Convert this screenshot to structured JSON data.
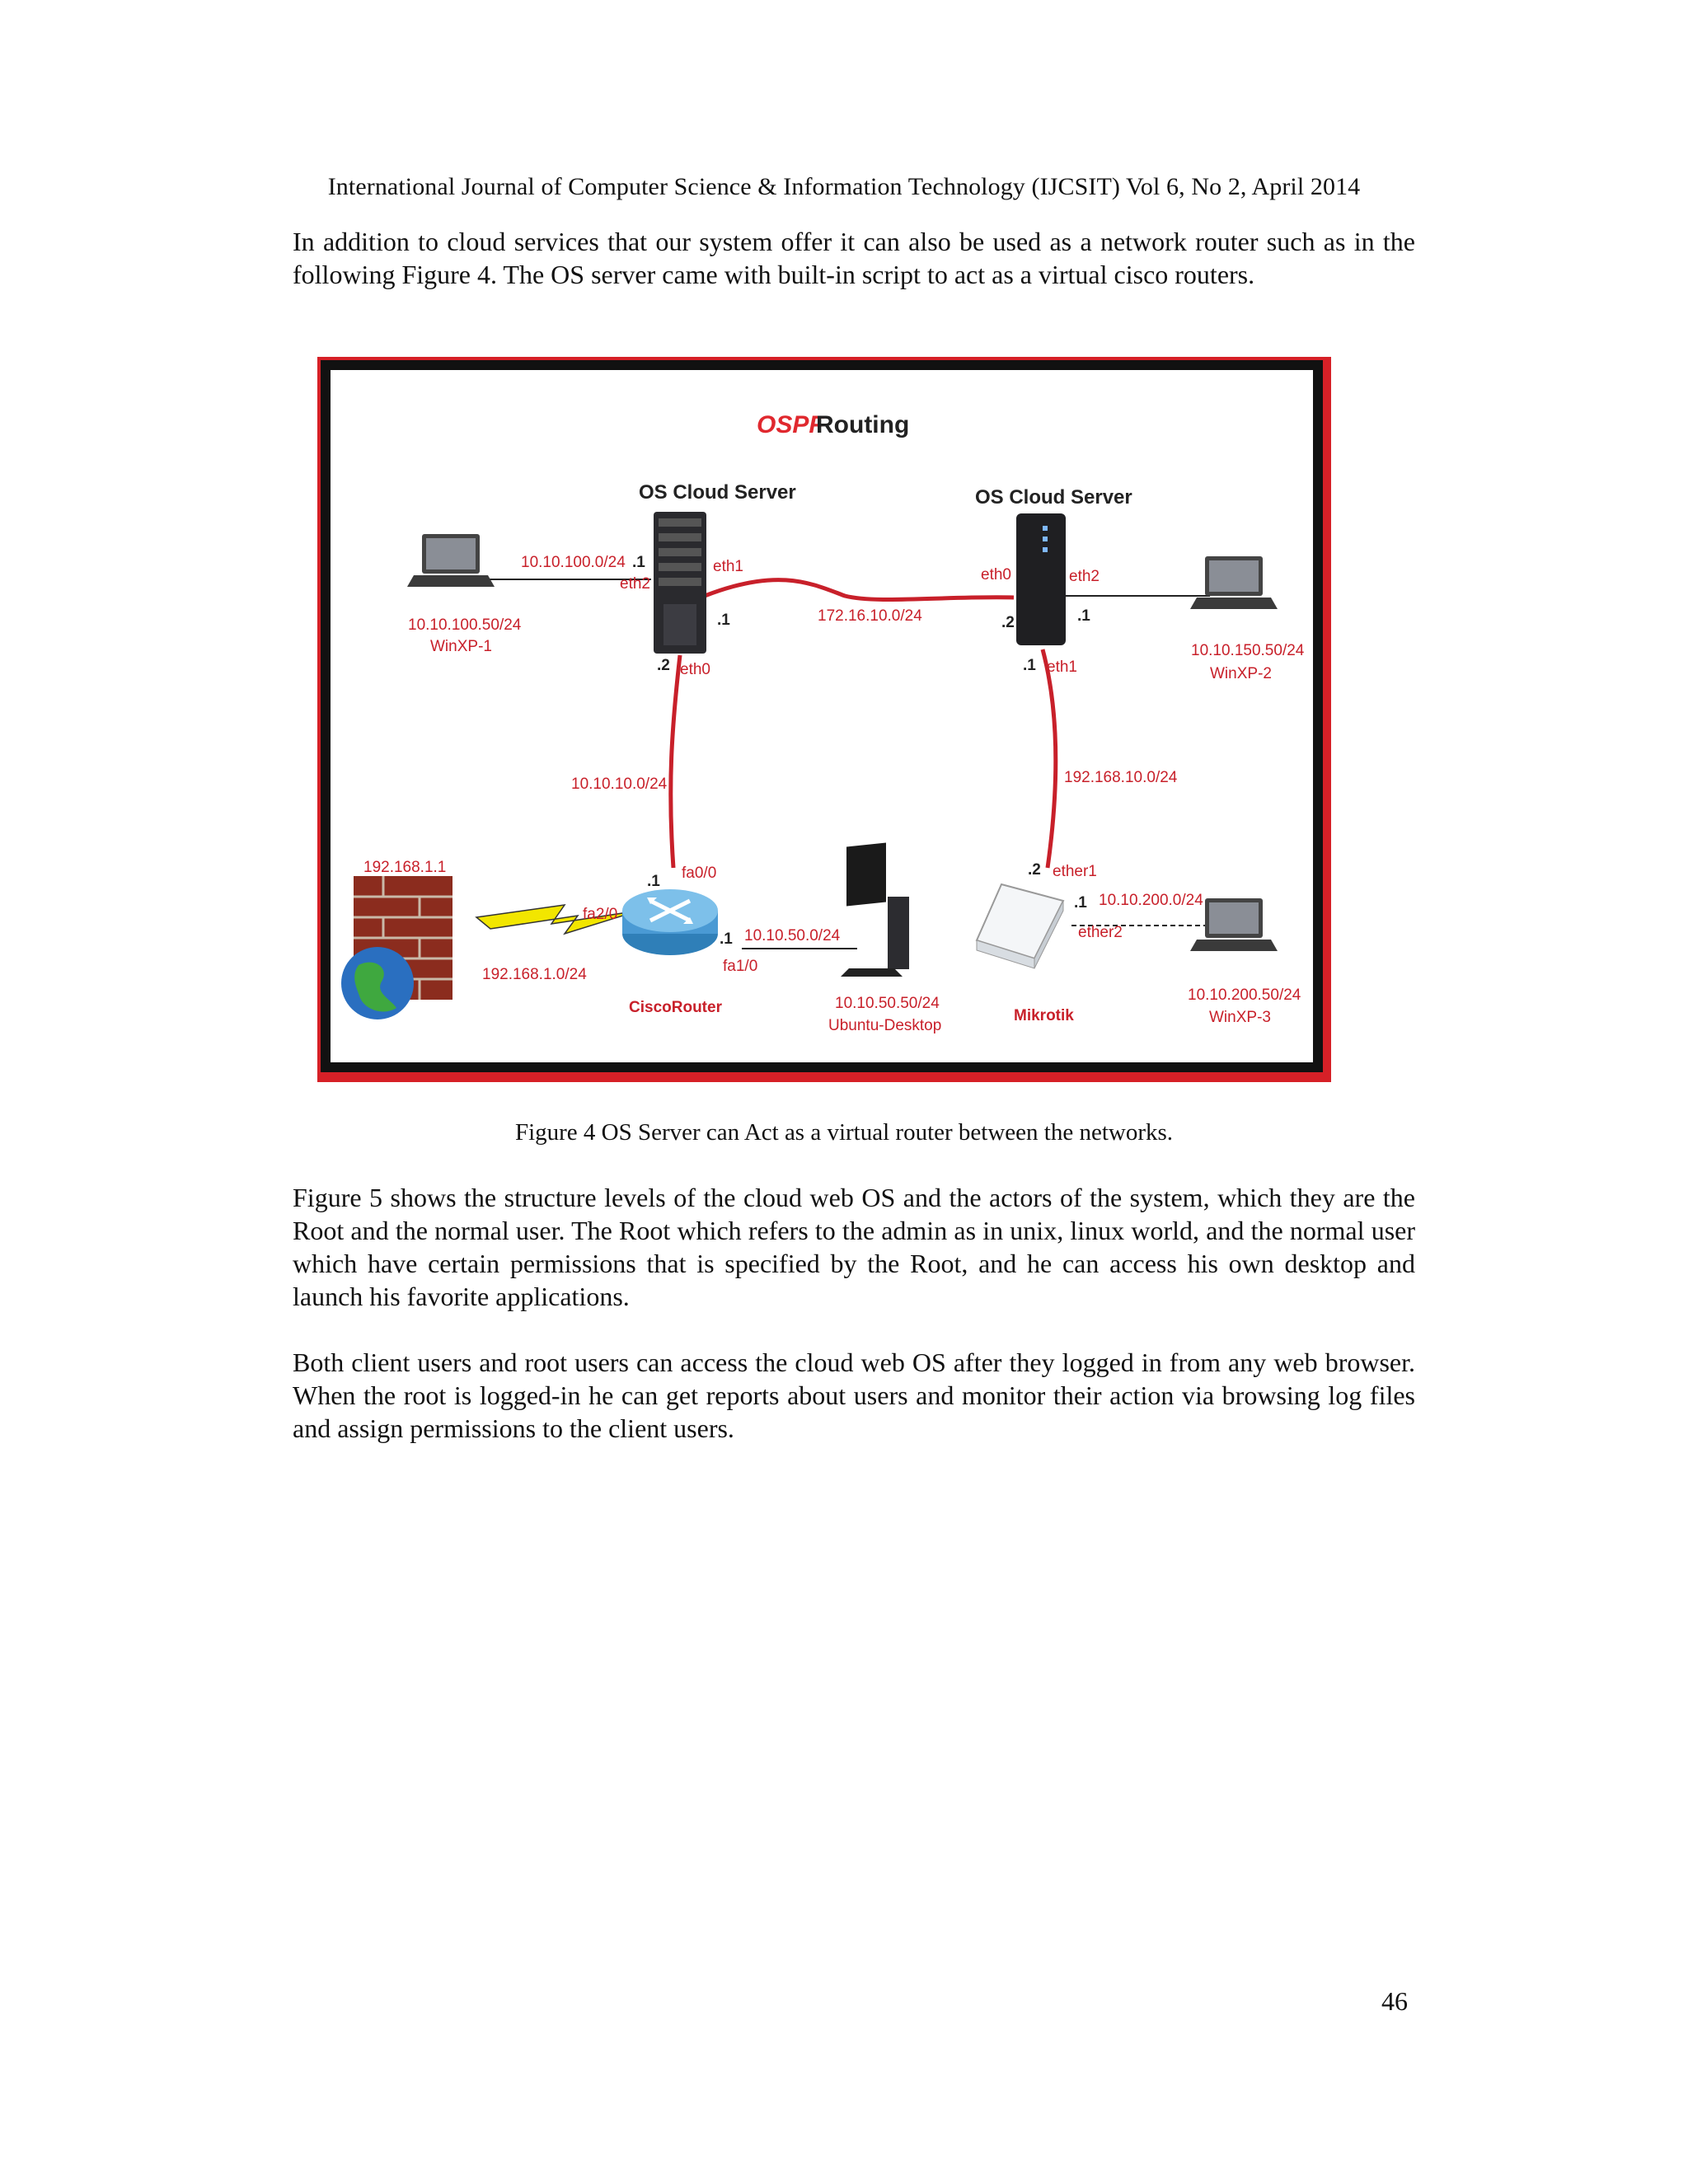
{
  "header": "International Journal of Computer Science & Information Technology (IJCSIT) Vol 6, No 2, April 2014",
  "paragraphs": {
    "p1": "In addition to cloud services that our system offer it can also be used as a network router such as in the following Figure 4. The OS server came with built-in script to act as a virtual cisco routers.",
    "p2": "Figure 5 shows the structure levels of the cloud web OS and the actors of the system, which they are the Root and the normal user. The Root which refers to the admin as in unix, linux world, and the normal user which have certain permissions that is specified by the Root, and he can access his own desktop and launch his favorite applications.",
    "p3": "Both client users and root users can access the cloud web OS after they logged in from any web browser. When the root is logged-in he can get reports about users and monitor their action via browsing log files and assign permissions to the client users."
  },
  "figure": {
    "caption": "Figure 4 OS Server can Act as a virtual router between the networks.",
    "title_ospf": "OSPF",
    "title_routing": "Routing",
    "server_left": "OS Cloud Server",
    "server_right": "OS Cloud Server",
    "net_left_lan": "10.10.100.0/24",
    "winxp1_ip": "10.10.100.50/24",
    "winxp1_name": "WinXP-1",
    "eth1_l": "eth1",
    "eth2_l": "eth2",
    "eth0_l": "eth0",
    "dot1_a": ".1",
    "dot1_b": ".1",
    "dot2_a": ".2",
    "net_backbone": "172.16.10.0/24",
    "eth0_r": "eth0",
    "eth2_r": "eth2",
    "eth1_r": "eth1",
    "dot2_b": ".2",
    "dot1_c": ".1",
    "dot1_d": ".1",
    "winxp2_ip": "10.10.150.50/24",
    "winxp2_name": "WinXP-2",
    "net_left_down": "10.10.10.0/24",
    "net_right_down": "192.168.10.0/24",
    "fw_ip": "192.168.1.1",
    "fa00": "fa0/0",
    "dot1_e": ".1",
    "fa20": "fa2/0",
    "dot1_f": ".1",
    "net_ubuntu": "10.10.50.0/24",
    "fa10": "fa1/0",
    "net_fw": "192.168.1.0/24",
    "cisco_name": "CiscoRouter",
    "ubuntu_ip": "10.10.50.50/24",
    "ubuntu_name": "Ubuntu-Desktop",
    "dot2_c": ".2",
    "ether1": "ether1",
    "dot1_g": ".1",
    "net_winxp3": "10.10.200.0/24",
    "ether2": "ether2",
    "mikrotik_name": "Mikrotik",
    "winxp3_ip": "10.10.200.50/24",
    "winxp3_name": "WinXP-3"
  },
  "page_number": "46",
  "colors": {
    "frame_red": "#d62027",
    "link_red": "#c8202a",
    "title_red": "#e0282e"
  }
}
